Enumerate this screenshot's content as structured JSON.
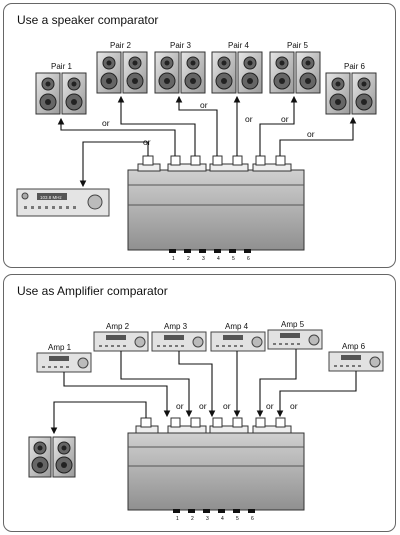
{
  "panels": [
    {
      "title": "Use a speaker comparator",
      "labels": [
        "Pair 1",
        "Pair 2",
        "Pair 3",
        "Pair 4",
        "Pair 5",
        "Pair 6"
      ],
      "or_text": "or",
      "ports": [
        "1",
        "2",
        "3",
        "4",
        "5",
        "6"
      ],
      "tuner_display": "103.8 MHz"
    },
    {
      "title": "Use as Amplifier comparator",
      "labels": [
        "Amp 1",
        "Amp 2",
        "Amp 3",
        "Amp 4",
        "Amp 5",
        "Amp 6"
      ],
      "or_text": "or",
      "ports": [
        "1",
        "2",
        "3",
        "4",
        "5",
        "6"
      ]
    }
  ]
}
